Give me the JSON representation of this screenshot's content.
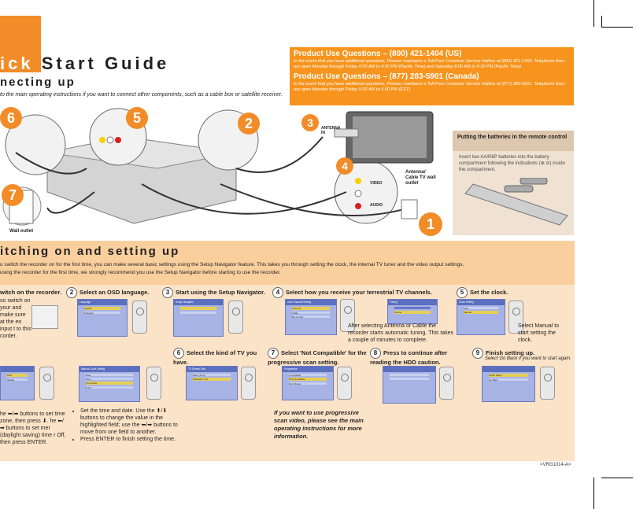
{
  "header": {
    "title_orange": "ick",
    "title_rest": " Start Guide",
    "subtitle": "necting up",
    "subtitle_desc": "to the main operating instructions if you want to connect other components, such as a cable box or satellite receiver."
  },
  "product_questions": {
    "us_heading": "Product Use Questions – (800) 421-1404 (US)",
    "us_text": "In the event that you have additional questions, Pioneer maintains a Toll-Free Customer Service Hotline at (800) 421-1404. Telephone lines are open Monday through Friday 6:00 AM to 4:30 PM (Pacific Time) and Saturday 8:00 AM to 4:30 PM (Pacific Time).",
    "ca_heading": "Product Use Questions – (877) 283-5901 (Canada)",
    "ca_text": "In the event that you have additional questions, Pioneer maintains a Toll-Free Customer Service Hotline at (877) 283-5901. Telephone lines are open Monday through Friday 9.00 AM to 5.00 PM (EST)."
  },
  "diagram": {
    "badges": [
      "6",
      "5",
      "2",
      "3",
      "4",
      "7",
      "1"
    ],
    "antenna_label": "ANTENNA IN",
    "video_label": "VIDEO",
    "audio_label": "AUDIO",
    "wall_outlet": "Antenna/ Cable TV wall outlet",
    "power_outlet": "Wall outlet"
  },
  "battery": {
    "heading": "Putting the batteries in the remote control",
    "text": "Insert two AA/R6P batteries into the battery compartment following the indications (⊕,⊖) inside the compartment."
  },
  "section2": {
    "title": "itching on and setting up",
    "desc1": "u switch the recorder on for the first time, you can make several basic settings using the Setup Navigator feature. This takes you through setting the clock, the internal TV tuner and the video output settings.",
    "desc2": "using the recorder for the first time, we strongly recommend you use the Setup Navigator before starting to use the recorder."
  },
  "steps": {
    "s1_title": "witch on the recorder.",
    "s1_text": "so switch on your and make sure at the eo input t to this corder.",
    "s2_num": "2",
    "s2_title": "Select an OSD language.",
    "s3_num": "3",
    "s3_title": "Start using the Setup Navigator.",
    "s4_num": "4",
    "s4_title": "Select how you receive your terrestrial TV channels.",
    "s4_text": "After selecting Antenna or Cable the recorder starts automatic tuning. This takes a couple of minutes to complete.",
    "s5_num": "5",
    "s5_title": "Set the clock.",
    "s5_text": "Select Manual to start setting the clock.",
    "s6_num": "6",
    "s6_title": "Select the kind of TV you have.",
    "s7_num": "7",
    "s7_title": "Select 'Not Compatible' for the progressive scan setting.",
    "s8_num": "8",
    "s8_title": "Press to continue after reading the HDD caution.",
    "s9_num": "9",
    "s9_title": "Finish setting up.",
    "s9_text": "Select Go Back if you want to start again.",
    "left_text": "he ⬅/➡ buttons to set time zone, then press ⬇. he ⬅/➡ buttons to set mer (daylight saving) time r Off, then press ENTER.",
    "clock_b1": "Set the time and date. Use the ⬆/⬇ buttons to change the value in the highlighted field; use the ⬅/➡ buttons to move from one field to another.",
    "clock_b2": "Press ENTER to finish setting the time.",
    "progressive_note": "If you want to use progressive scan video, please see the main operating instructions for more information."
  },
  "screens": {
    "language": "Language",
    "english": "English",
    "francais": "Français",
    "setup": "Setup Navigator",
    "antenna_cable": "Auto Channel Setting",
    "antenna": "Antenna",
    "cable": "Cable",
    "donotset": "Do not Set",
    "tuning": "Tuning",
    "cancel": "Cancel",
    "clock": "Clock Setting",
    "auto": "Auto",
    "manual": "Manual",
    "tvsize": "TV Screen Size",
    "wide": "Wide (16:9)",
    "standard": "Standard (4:3)",
    "progressive": "Progressive",
    "compatible": "Compatible",
    "notcompatible": "Not Compatible",
    "dontknow": "Don't Know",
    "finish": "Finish Setup",
    "goback": "Go Back",
    "manual_clock": "Manual Clock Setting",
    "date": "Date",
    "time": "Time",
    "timezone": "Time Zone",
    "dst": "D.S.T",
    "usa": "USA",
    "alaska": "Alaska"
  },
  "footer": {
    "code": "<VRG1014-A>"
  }
}
